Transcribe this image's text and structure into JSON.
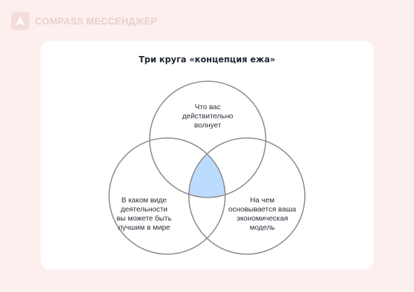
{
  "brand": {
    "name": "COMPASS МЕССЕНДЖЕР",
    "logo_icon": "compass-triangle-icon"
  },
  "diagram": {
    "title": "Три круга «концепция ежа»",
    "circles": [
      {
        "lines": [
          "Что вас",
          "действительно",
          "волнует"
        ]
      },
      {
        "lines": [
          "В каком виде",
          "деятельности",
          "вы можете быть",
          "лучшим в мире"
        ]
      },
      {
        "lines": [
          "На чем",
          "основывается ваша",
          "экономическая",
          "модель"
        ]
      }
    ],
    "colors": {
      "circle_stroke": "#8c8c8c",
      "intersection_fill": "#bcdcff",
      "background": "#fcefee",
      "card": "#ffffff"
    }
  }
}
